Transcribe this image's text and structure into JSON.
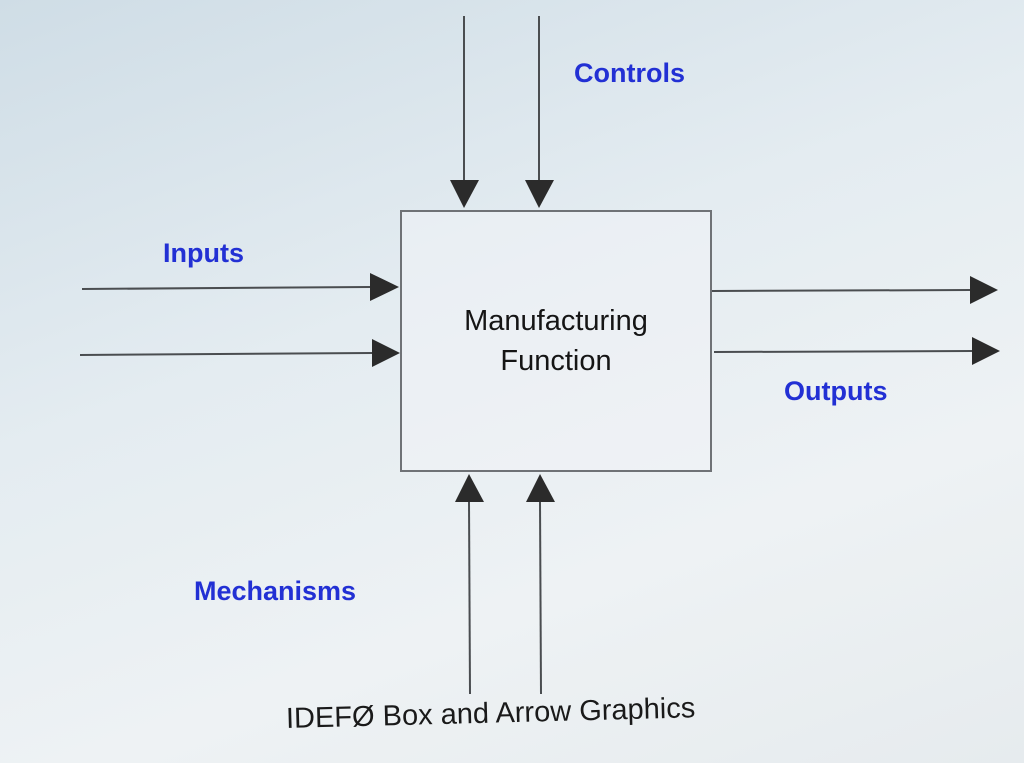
{
  "diagram": {
    "box": {
      "line1": "Manufacturing",
      "line2": "Function"
    },
    "labels": {
      "controls": "Controls",
      "inputs": "Inputs",
      "outputs": "Outputs",
      "mechanisms": "Mechanisms"
    },
    "caption": "IDEFØ Box and Arrow Graphics",
    "colors": {
      "label": "#2230d4",
      "line": "#4a4d50",
      "arrowhead": "#2b2b2b",
      "box_border": "#6f7276"
    }
  }
}
